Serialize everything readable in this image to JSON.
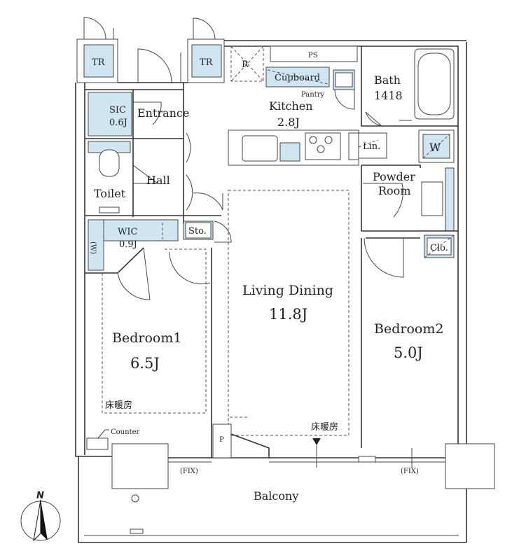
{
  "rooms": {
    "tr_left": "TR",
    "tr_right": "TR",
    "refrigerator": "R",
    "ps": "PS",
    "cupboard": "Cupboard",
    "pantry": "Pantry",
    "kitchen": "Kitchen",
    "kitchen_size": "2.8J",
    "bath": "Bath",
    "bath_size": "1418",
    "sic": "SIC",
    "sic_size": "0.6J",
    "entrance": "Entrance",
    "hall": "Hall",
    "toilet": "Toilet",
    "linen": "Lin.",
    "washer": "W",
    "powder_room_1": "Powder",
    "powder_room_2": "Room",
    "wic": "WIC",
    "wic_size": "0.9J",
    "wic_w": "(W)",
    "storage": "Sto.",
    "closet": "Clo.",
    "living_dining": "Living Dining",
    "living_dining_size": "11.8J",
    "bedroom1": "Bedroom1",
    "bedroom1_size": "6.5J",
    "bedroom2": "Bedroom2",
    "bedroom2_size": "5.0J",
    "floor_heating_1": "床暖房",
    "floor_heating_2": "床暖房",
    "counter": "Counter",
    "pipe_space": "P",
    "fix_left": "(FIX)",
    "fix_right": "(FIX)",
    "balcony": "Balcony"
  },
  "compass": {
    "north": "N"
  },
  "colors": {
    "fixture_blue": "#cfe6f2",
    "wall": "#333333"
  }
}
